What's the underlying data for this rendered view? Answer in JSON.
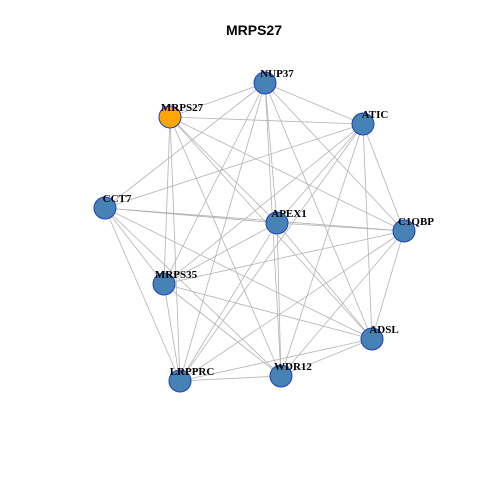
{
  "title": "MRPS27",
  "colors": {
    "edge": "#b3b3b3",
    "node_fill": "#4682b4",
    "node_stroke": "#1f3fbf",
    "highlight_fill": "#ffa500",
    "highlight_stroke": "#1f3fbf"
  },
  "network": {
    "nodes": [
      {
        "id": "NUP37",
        "label": "NUP37",
        "highlight": false
      },
      {
        "id": "MRPS27",
        "label": "MRPS27",
        "highlight": true
      },
      {
        "id": "ATIC",
        "label": "ATIC",
        "highlight": false
      },
      {
        "id": "CCT7",
        "label": "CCT7",
        "highlight": false
      },
      {
        "id": "APEX1",
        "label": "APEX1",
        "highlight": false
      },
      {
        "id": "C1QBP",
        "label": "C1QBP",
        "highlight": false
      },
      {
        "id": "MRPS35",
        "label": "MRPS35",
        "highlight": false
      },
      {
        "id": "ADSL",
        "label": "ADSL",
        "highlight": false
      },
      {
        "id": "LRPPRC",
        "label": "LRPPRC",
        "highlight": false
      },
      {
        "id": "WDR12",
        "label": "WDR12",
        "highlight": false
      }
    ],
    "edges": [
      [
        "NUP37",
        "MRPS27"
      ],
      [
        "NUP37",
        "ATIC"
      ],
      [
        "NUP37",
        "CCT7"
      ],
      [
        "NUP37",
        "APEX1"
      ],
      [
        "NUP37",
        "C1QBP"
      ],
      [
        "NUP37",
        "MRPS35"
      ],
      [
        "NUP37",
        "ADSL"
      ],
      [
        "NUP37",
        "LRPPRC"
      ],
      [
        "NUP37",
        "WDR12"
      ],
      [
        "MRPS27",
        "ATIC"
      ],
      [
        "MRPS27",
        "APEX1"
      ],
      [
        "MRPS27",
        "C1QBP"
      ],
      [
        "MRPS27",
        "MRPS35"
      ],
      [
        "MRPS27",
        "ADSL"
      ],
      [
        "MRPS27",
        "LRPPRC"
      ],
      [
        "MRPS27",
        "WDR12"
      ],
      [
        "ATIC",
        "CCT7"
      ],
      [
        "ATIC",
        "APEX1"
      ],
      [
        "ATIC",
        "C1QBP"
      ],
      [
        "ATIC",
        "MRPS35"
      ],
      [
        "ATIC",
        "ADSL"
      ],
      [
        "ATIC",
        "LRPPRC"
      ],
      [
        "ATIC",
        "WDR12"
      ],
      [
        "CCT7",
        "APEX1"
      ],
      [
        "CCT7",
        "C1QBP"
      ],
      [
        "CCT7",
        "MRPS35"
      ],
      [
        "CCT7",
        "ADSL"
      ],
      [
        "CCT7",
        "LRPPRC"
      ],
      [
        "CCT7",
        "WDR12"
      ],
      [
        "APEX1",
        "C1QBP"
      ],
      [
        "APEX1",
        "MRPS35"
      ],
      [
        "APEX1",
        "ADSL"
      ],
      [
        "APEX1",
        "LRPPRC"
      ],
      [
        "APEX1",
        "WDR12"
      ],
      [
        "C1QBP",
        "MRPS35"
      ],
      [
        "C1QBP",
        "ADSL"
      ],
      [
        "C1QBP",
        "LRPPRC"
      ],
      [
        "C1QBP",
        "WDR12"
      ],
      [
        "MRPS35",
        "ADSL"
      ],
      [
        "MRPS35",
        "LRPPRC"
      ],
      [
        "MRPS35",
        "WDR12"
      ],
      [
        "ADSL",
        "LRPPRC"
      ],
      [
        "ADSL",
        "WDR12"
      ],
      [
        "LRPPRC",
        "WDR12"
      ]
    ]
  }
}
